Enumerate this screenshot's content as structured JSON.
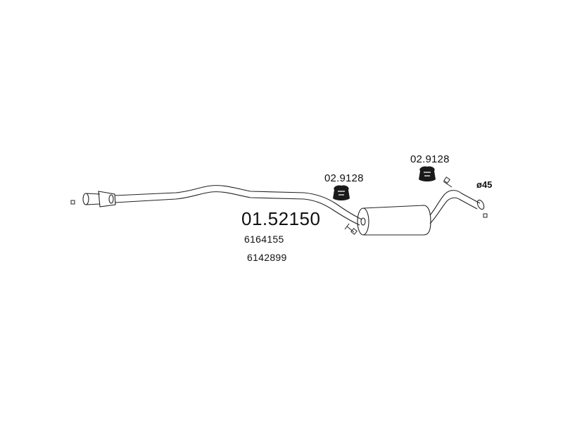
{
  "diagram": {
    "part_number": "01.52150",
    "oem_numbers": [
      "6164155",
      "6142899"
    ],
    "hangers": [
      {
        "code": "02.9128"
      },
      {
        "code": "02.9128"
      }
    ],
    "outlet_diameter": "ø45"
  }
}
